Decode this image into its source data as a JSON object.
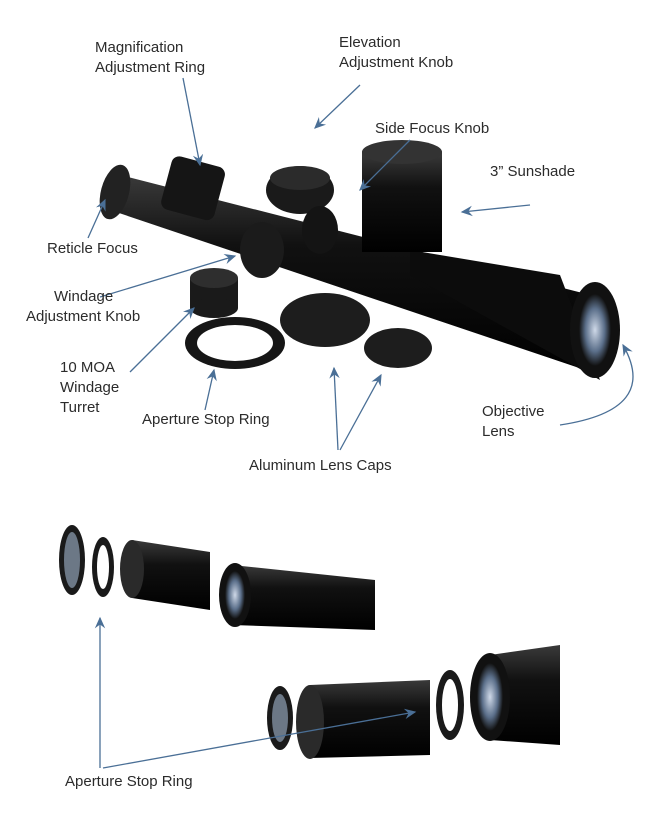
{
  "labels": {
    "magnification": [
      "Magnification",
      "Adjustment Ring"
    ],
    "elevation": [
      "Elevation",
      "Adjustment Knob"
    ],
    "side_focus": "Side Focus Knob",
    "sunshade": "3” Sunshade",
    "reticle_focus": "Reticle Focus",
    "windage": [
      "Windage",
      "Adjustment Knob"
    ],
    "moa_turret": [
      "10 MOA",
      "Windage",
      "Turret"
    ],
    "aperture_top": "Aperture Stop Ring",
    "lens_caps": "Aluminum Lens Caps",
    "objective": [
      "Objective",
      "Lens"
    ],
    "aperture_bottom": "Aperture Stop Ring"
  },
  "colors": {
    "arrow": "#4a6f96",
    "scope": "#111111",
    "text": "#2b2b2b"
  }
}
